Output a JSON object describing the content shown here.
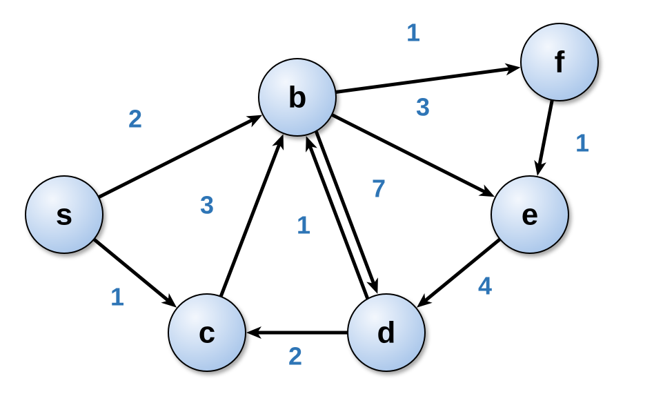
{
  "colors": {
    "node_fill_light": "#f3f7fd",
    "node_fill_dark": "#a9c6ea",
    "node_stroke": "#000000",
    "edge": "#000000",
    "weight_text": "#2e75b6"
  },
  "graph": {
    "nodes": [
      {
        "id": "s",
        "label": "s"
      },
      {
        "id": "b",
        "label": "b"
      },
      {
        "id": "c",
        "label": "c"
      },
      {
        "id": "d",
        "label": "d"
      },
      {
        "id": "e",
        "label": "e"
      },
      {
        "id": "f",
        "label": "f"
      }
    ],
    "edges": [
      {
        "from": "s",
        "to": "b",
        "weight": "2"
      },
      {
        "from": "s",
        "to": "c",
        "weight": "1"
      },
      {
        "from": "c",
        "to": "b",
        "weight": "3"
      },
      {
        "from": "d",
        "to": "b",
        "weight": "1"
      },
      {
        "from": "b",
        "to": "d",
        "weight": "7"
      },
      {
        "from": "b",
        "to": "f",
        "weight": "1"
      },
      {
        "from": "b",
        "to": "e",
        "weight": "3"
      },
      {
        "from": "f",
        "to": "e",
        "weight": "1"
      },
      {
        "from": "e",
        "to": "d",
        "weight": "4"
      },
      {
        "from": "d",
        "to": "c",
        "weight": "2"
      }
    ]
  }
}
